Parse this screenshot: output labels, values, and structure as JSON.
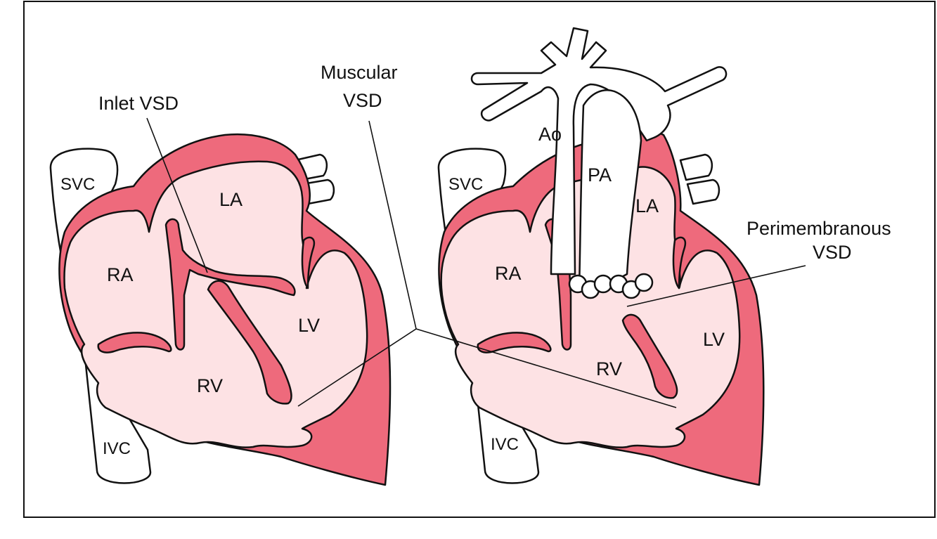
{
  "diagram": {
    "left_heart": {
      "labels": {
        "svc": "SVC",
        "ivc": "IVC",
        "ra": "RA",
        "la": "LA",
        "lv": "LV",
        "rv": "RV"
      }
    },
    "right_heart": {
      "labels": {
        "svc": "SVC",
        "ivc": "IVC",
        "ra": "RA",
        "la": "LA",
        "lv": "LV",
        "rv": "RV",
        "ao": "Ao",
        "pa": "PA"
      }
    },
    "annotations": {
      "inlet_vsd": "Inlet VSD",
      "muscular_vsd_line1": "Muscular",
      "muscular_vsd_line2": "VSD",
      "perimembranous_vsd_line1": "Perimembranous",
      "perimembranous_vsd_line2": "VSD"
    },
    "colors": {
      "myocardium": "#ee6a7c",
      "chamber": "#fde2e4",
      "vessel": "#ffffff",
      "outline": "#111111"
    }
  }
}
